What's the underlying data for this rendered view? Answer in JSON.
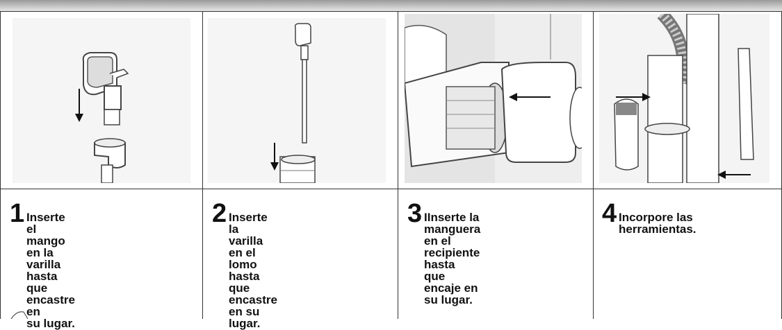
{
  "steps": [
    {
      "number": "1",
      "text": "Inserte el\nmango en la\nvarilla hasta que\nencastre en\nsu lugar."
    },
    {
      "number": "2",
      "text": "Inserte la\nvarilla en el\nlomo hasta\nque encastre\nen su lugar."
    },
    {
      "number": "3",
      "text": "IInserte la\nmanguera en el\nrecipiente hasta\nque encaje en\nsu lugar."
    },
    {
      "number": "4",
      "text": "Incorpore las\nherramientas."
    }
  ],
  "icons": {
    "step1": "handle-into-wand-illustration",
    "step2": "wand-into-base-illustration",
    "step3": "hose-into-canister-illustration",
    "step4": "tools-storage-illustration",
    "footer": "pen-icon"
  },
  "colors": {
    "border": "#333333",
    "band": "#9a9a9a",
    "panel_bg": "#f2f2f2"
  }
}
